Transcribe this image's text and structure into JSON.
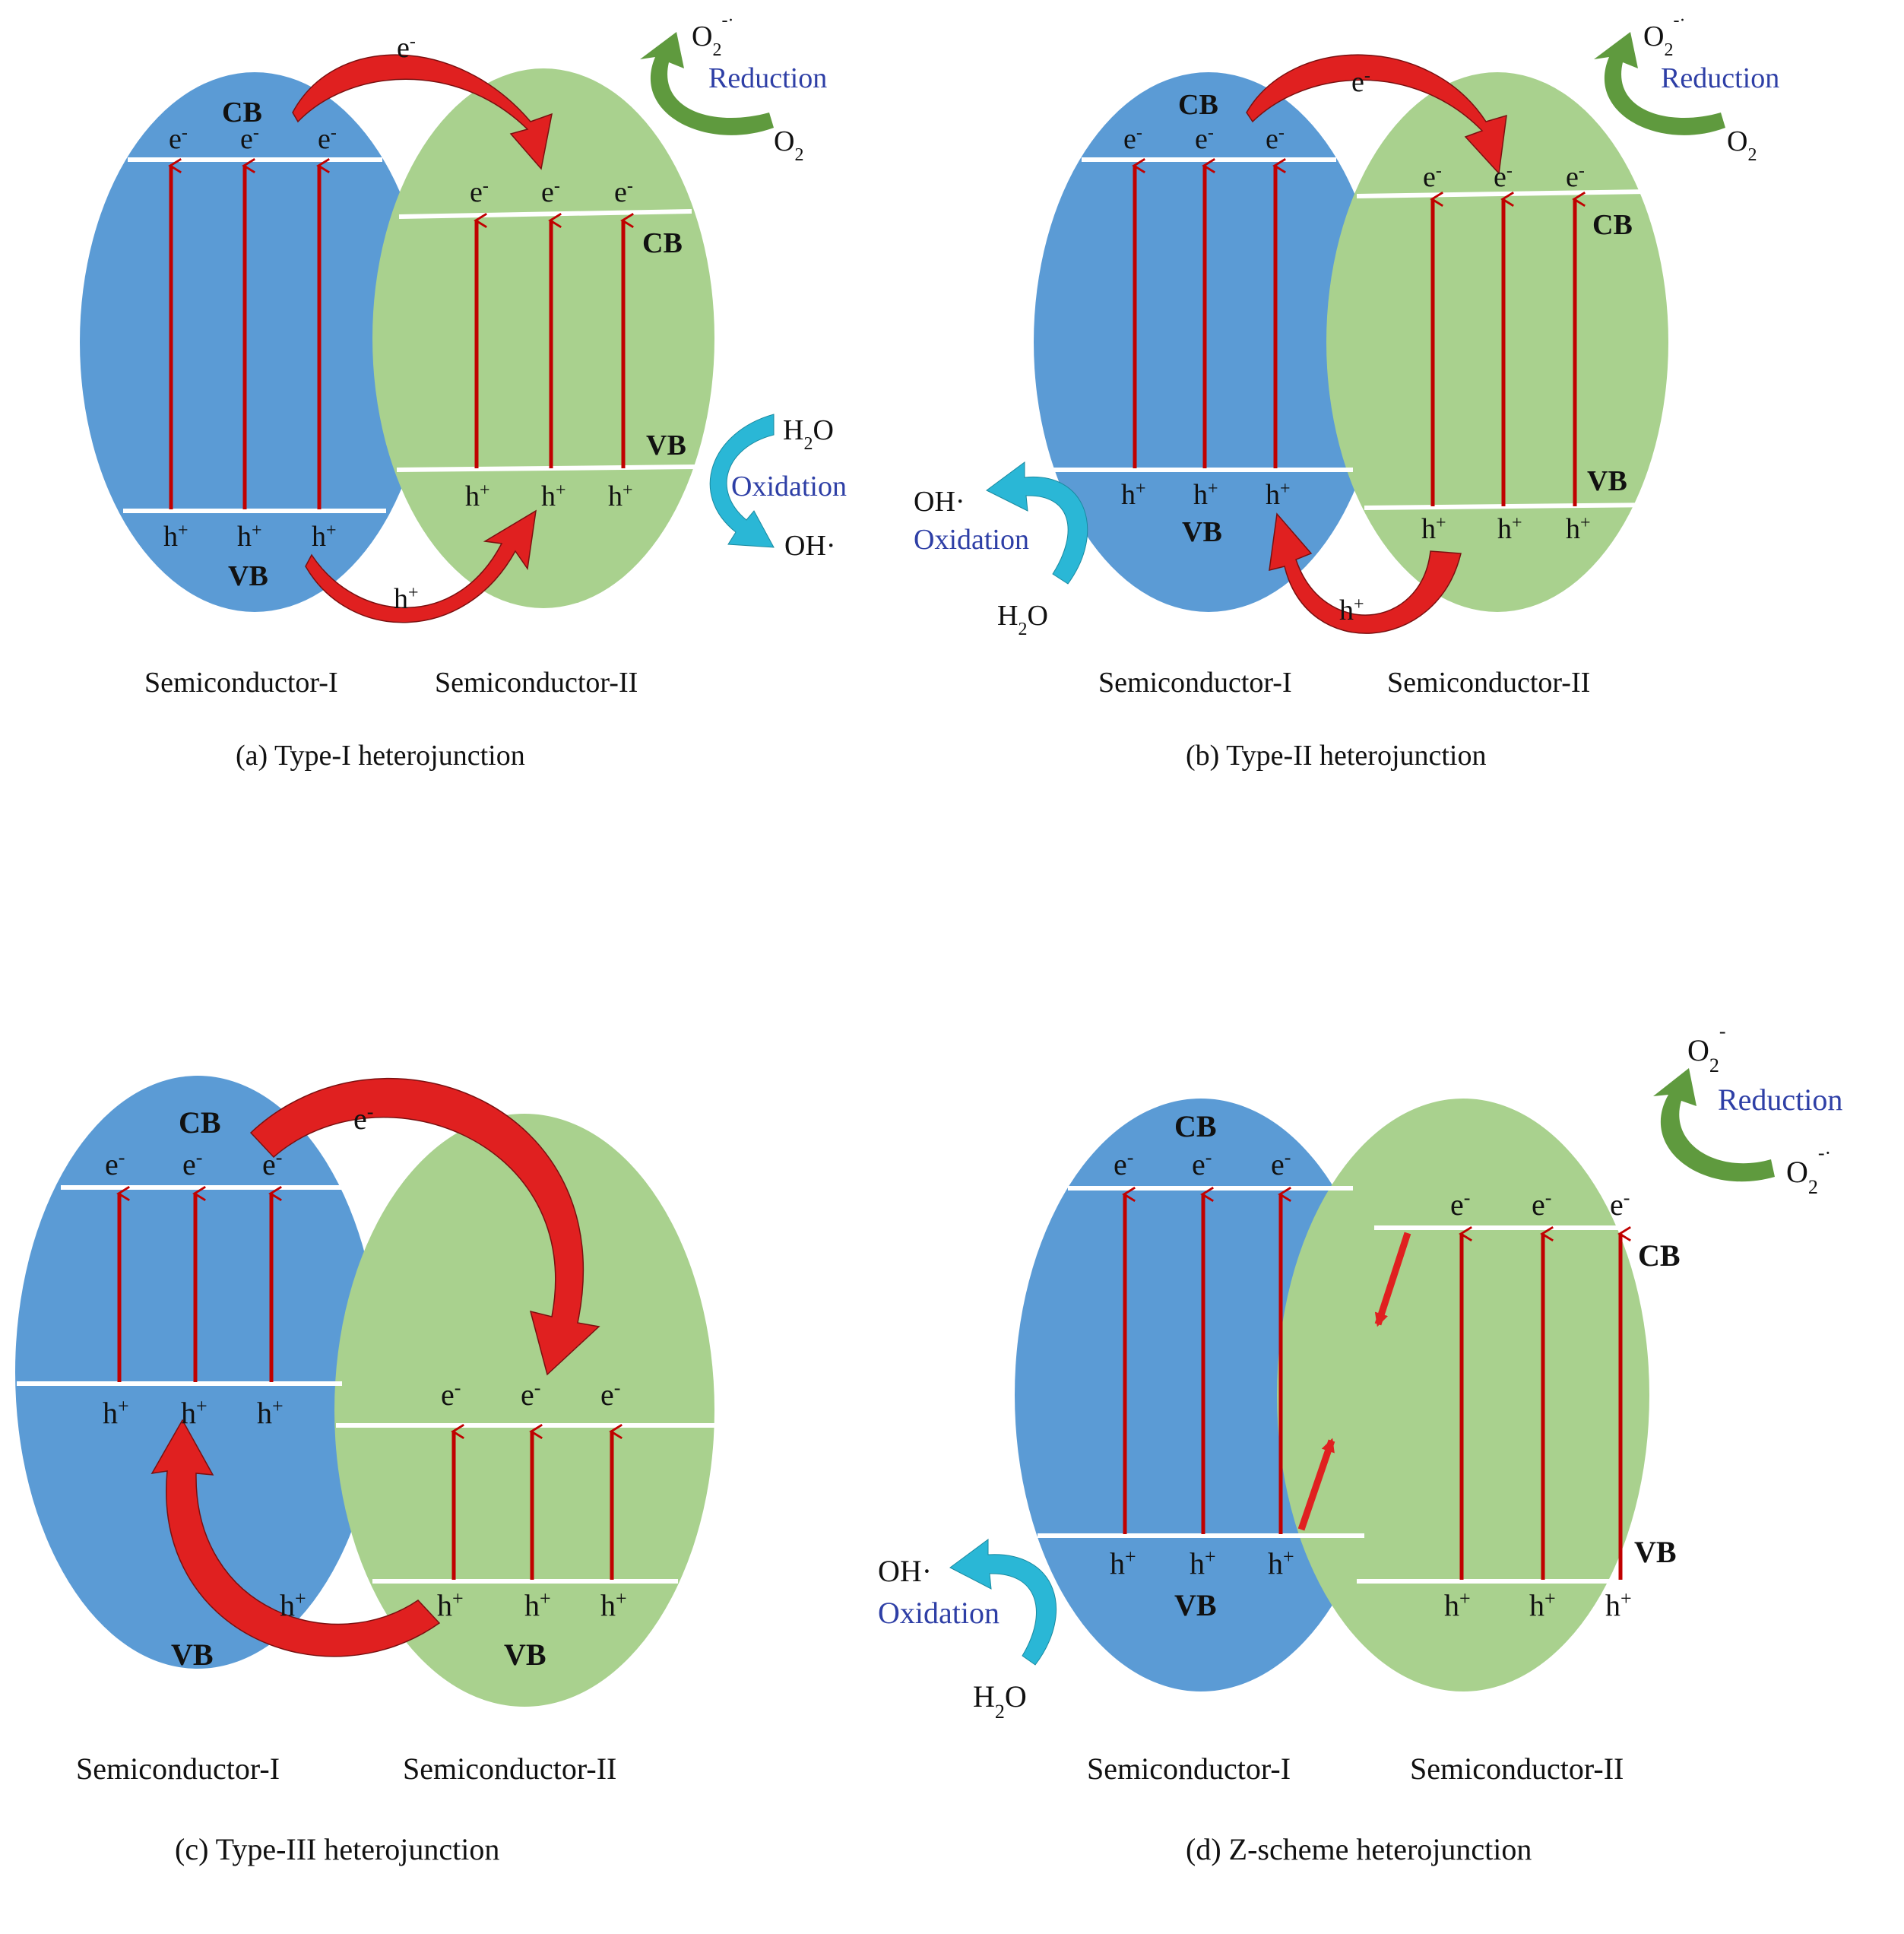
{
  "colors": {
    "semiconductor_1": "#5b9bd5",
    "semiconductor_2": "#a9d18e",
    "band_line": "#ffffff",
    "excitation_arrow": "#c00000",
    "transfer_arrow": "#e02020",
    "reduction_arrow": "#5f9a3e",
    "oxidation_arrow": "#2ab7d6",
    "process_text": "#2e3fa6"
  },
  "icons": [
    "excitation-arrow-icon",
    "transfer-arrow-icon",
    "reduction-arrow-icon",
    "oxidation-arrow-icon"
  ],
  "common": {
    "cb": "CB",
    "vb": "VB",
    "electron": "e",
    "electron_sup": "-",
    "hole": "h",
    "hole_sup": "+",
    "semiconductor_1": "Semiconductor-I",
    "semiconductor_2": "Semiconductor-II",
    "reduction": "Reduction",
    "oxidation": "Oxidation",
    "o2": "O",
    "o2_sub": "2",
    "o2_radical_sup_a": "-·",
    "o2_radical_sup_d": "-",
    "o2_radical_sup_d2": "-·",
    "h2o_h": "H",
    "h2o_sub": "2",
    "h2o_o": "O",
    "oh_radical": "OH·"
  },
  "panels": {
    "a": {
      "caption": "(a) Type-I heterojunction"
    },
    "b": {
      "caption": "(b) Type-II heterojunction"
    },
    "c": {
      "caption": "(c) Type-III heterojunction"
    },
    "d": {
      "caption": "(d) Z-scheme heterojunction"
    }
  }
}
